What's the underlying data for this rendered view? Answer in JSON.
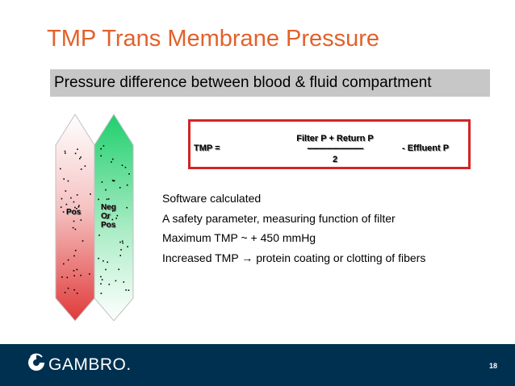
{
  "slide": {
    "title": "TMP Trans Membrane Pressure",
    "subtitle": "Pressure difference between blood & fluid compartment"
  },
  "formula": {
    "lhs": "TMP =",
    "numerator": "Filter P + Return P",
    "fraction_line": "--------------------------",
    "denominator": "2",
    "rhs": "-   Effluent P"
  },
  "diagram": {
    "left_label": "Pos",
    "right_label_lines": [
      "Neg",
      "Or",
      "Pos"
    ],
    "colors": {
      "left": "#e84b4b",
      "right": "#22c86a"
    }
  },
  "bullets": [
    "Software calculated",
    "A safety parameter, measuring function of filter",
    "Maximum TMP ~ + 450 mmHg",
    "Increased TMP → protein coating or clotting of fibers"
  ],
  "footer": {
    "brand": "GAMBRO.",
    "logo_icon": "gambro-swirl-icon",
    "page_number": "18"
  },
  "colors": {
    "title": "#e2612b",
    "subtitle_bg": "#c7c7c7",
    "formula_border": "#d42424",
    "footer_bg": "#00304f"
  }
}
